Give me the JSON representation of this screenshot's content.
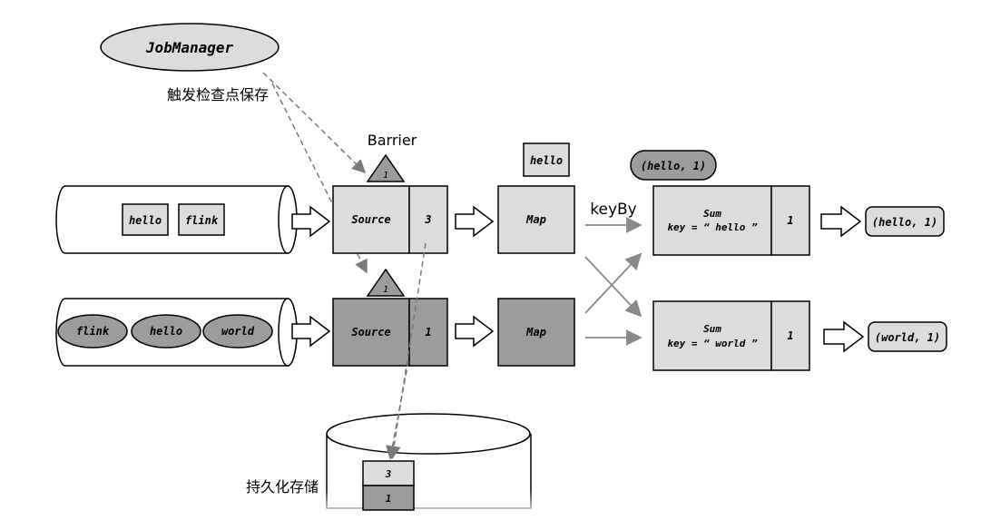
{
  "job_manager": {
    "label": "JobManager",
    "trigger_label": "触发检查点保存"
  },
  "barrier": {
    "label": "Barrier",
    "top_marker": "1",
    "bottom_marker": "1"
  },
  "streams": {
    "top": [
      "hello",
      "flink"
    ],
    "bottom": [
      "flink",
      "hello",
      "world"
    ]
  },
  "sources": {
    "top": {
      "name": "Source",
      "offset": "3"
    },
    "bottom": {
      "name": "Source",
      "offset": "1"
    }
  },
  "maps": {
    "top": "Map",
    "bottom": "Map",
    "pending_record": "hello"
  },
  "keyby_label": "keyBy",
  "sums": {
    "top": {
      "name": "Sum",
      "key": "key = “ hello ”",
      "count": "1",
      "pending": "(hello, 1)"
    },
    "bottom": {
      "name": "Sum",
      "key": "key = “ world ”",
      "count": "1"
    }
  },
  "outputs": {
    "top": "(hello, 1)",
    "bottom": "(world, 1)"
  },
  "storage": {
    "label": "持久化存储",
    "entries": [
      "3",
      "1"
    ]
  },
  "colors": {
    "light_box": "#dcdcdc",
    "dark_box": "#9c9c9c",
    "outline": "#000000",
    "arrow_gray": "#8a8a8a",
    "dashed": "#7a7a7a"
  }
}
